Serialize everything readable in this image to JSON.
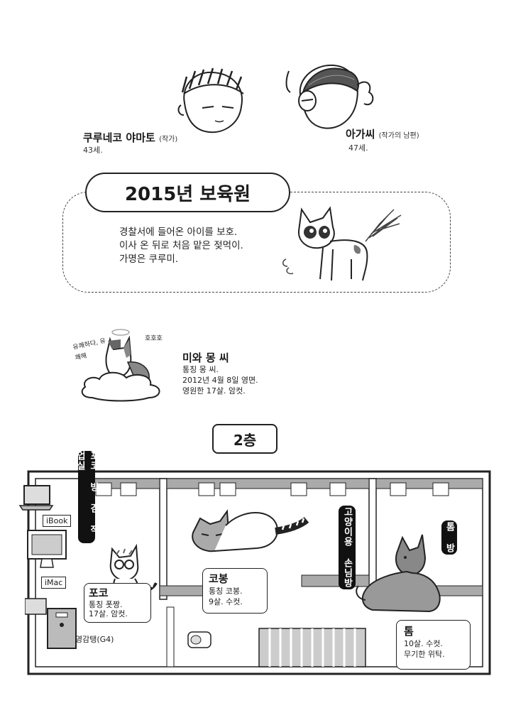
{
  "characters": {
    "author": {
      "name": "쿠루네코 야마토",
      "role": "(작가)",
      "age": "43세."
    },
    "husband": {
      "name": "아가씨",
      "role": "(작가의 남편)",
      "age": "47세."
    }
  },
  "section_title": "2015년 보육원",
  "kurumi_desc": [
    "경찰서에 들어온 아이를 보호.",
    "이사 온 뒤로 처음 맡은 젖먹이.",
    "가명은 쿠루미."
  ],
  "miwa": {
    "name": "미와 몽 씨",
    "lines": [
      "통칭 몽 씨.",
      "2012년 4월 8일 영면.",
      "영원한 17살. 암컷."
    ],
    "bubble_left": "유쾌하다, 유쾌해",
    "bubble_right": "호호호"
  },
  "floor_label": "2층",
  "rooms": {
    "poko_room": "포코 방 겸 작업실",
    "guest_room": "고양이용 손님방",
    "tom_room": "톰 방"
  },
  "devices": {
    "ibook": "iBook",
    "imac": "iMac",
    "g4": "영감탱(G4)"
  },
  "cats": {
    "poko": {
      "name": "포코",
      "lines": [
        "통칭 폿짱.",
        "17살. 암컷."
      ]
    },
    "kobong": {
      "name": "코봉",
      "lines": [
        "통칭 코봉.",
        "9살. 수컷."
      ]
    },
    "tom": {
      "name": "톰",
      "lines": [
        "10살. 수컷.",
        "무기한 위탁."
      ]
    }
  }
}
